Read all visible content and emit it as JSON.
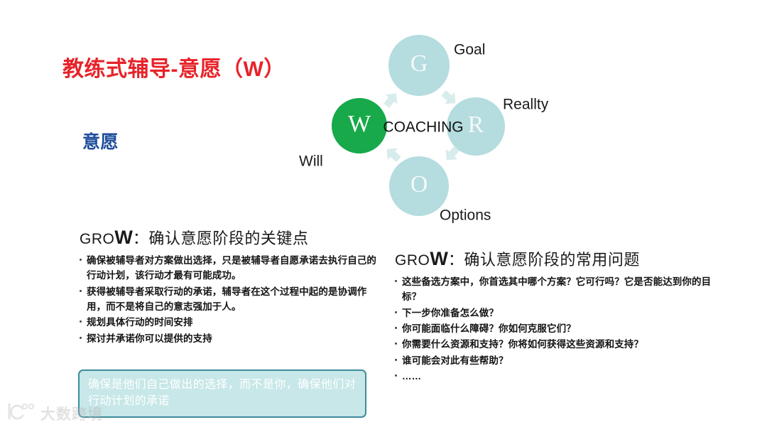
{
  "slide": {
    "title": "教练式辅导-意愿（W）",
    "subtitle": "意愿",
    "title_color": "#E8232A",
    "subtitle_color": "#1F4E9C",
    "background": "#FFFFFF"
  },
  "diagram": {
    "name": "GROW coaching model",
    "center_label": "COACHING",
    "active_node": "W",
    "colors": {
      "active": "#17A94A",
      "inactive": "#B5DCDF",
      "arrow": "#D7ECEC"
    },
    "nodes": [
      {
        "letter": "G",
        "label": "Goal",
        "position": "top",
        "active": false
      },
      {
        "letter": "R",
        "label": "Reallty",
        "position": "right",
        "active": false
      },
      {
        "letter": "O",
        "label": "Options",
        "position": "bottom",
        "active": false
      },
      {
        "letter": "W",
        "label": "Will",
        "position": "left",
        "active": true
      }
    ]
  },
  "left_block": {
    "heading_pre": "GRO",
    "heading_w": "W",
    "heading_cn": "：确认意愿阶段的关键点",
    "bullets": [
      "确保被辅导者对方案做出选择，只是被辅导者自愿承诺去执行自己的行动计划，该行动才最有可能成功。",
      "获得被辅导者采取行动的承诺，辅导者在这个过程中起的是协调作用，而不是将自己的意志强加于人。",
      "规划具体行动的时间安排",
      "探讨并承诺你可以提供的支持"
    ]
  },
  "right_block": {
    "heading_pre": "GRO",
    "heading_w": "W",
    "heading_cn": "：确认意愿阶段的常用问题",
    "bullets": [
      "这些备选方案中，你首选其中哪个方案？它可行吗？它是否能达到你的目标？",
      "下一步你准备怎么做？",
      "你可能面临什么障碍？你如何克服它们？",
      "你需要什么资源和支持？你将如何获得这些资源和支持？",
      "谁可能会对此有些帮助？",
      "……"
    ]
  },
  "callout": {
    "text": "确保是他们自己做出的选择，而不是你，确保他们对行动计划的承诺",
    "fill": "#C7E7E8",
    "border": "#3E8C9B",
    "text_color": "#FFFFFF"
  },
  "watermark": {
    "text": "大数跨境",
    "icon": "brand-logo-icon"
  }
}
